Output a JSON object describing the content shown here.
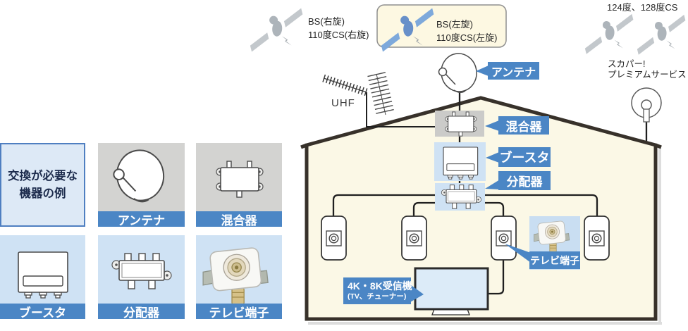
{
  "colors": {
    "accent_blue": "#4b86c5",
    "light_blue_panel": "#cfe2f4",
    "gray_panel": "#d2d2d0",
    "house_cream": "#fbf8e6",
    "highlight_box_cream": "#fdf8e2",
    "tv_screen_blue": "#dcebf8"
  },
  "sky": {
    "bs_right_line1": "BS(右旋)",
    "bs_right_line2": "110度CS(右旋)",
    "bs_left_line1": "BS(左旋)",
    "bs_left_line2": "110度CS(左旋)",
    "cs_degrees": "124度、128度CS",
    "skyperfect_line1": "スカパー!",
    "skyperfect_line2": "プレミアムサービス",
    "uhf": "UHF"
  },
  "house": {
    "antenna_label": "アンテナ",
    "mixer_label": "混合器",
    "booster_label": "ブースタ",
    "splitter_label": "分配器",
    "tv_terminal_label": "テレビ端子",
    "receiver_line1": "4K・8K受信機",
    "receiver_line2": "(TV、チューナー)"
  },
  "legend": {
    "title_line1": "交換が必要な",
    "title_line2": "機器の例",
    "items": [
      {
        "label": "アンテナ"
      },
      {
        "label": "混合器"
      },
      {
        "label": "ブースタ"
      },
      {
        "label": "分配器"
      },
      {
        "label": "テレビ端子"
      }
    ]
  }
}
